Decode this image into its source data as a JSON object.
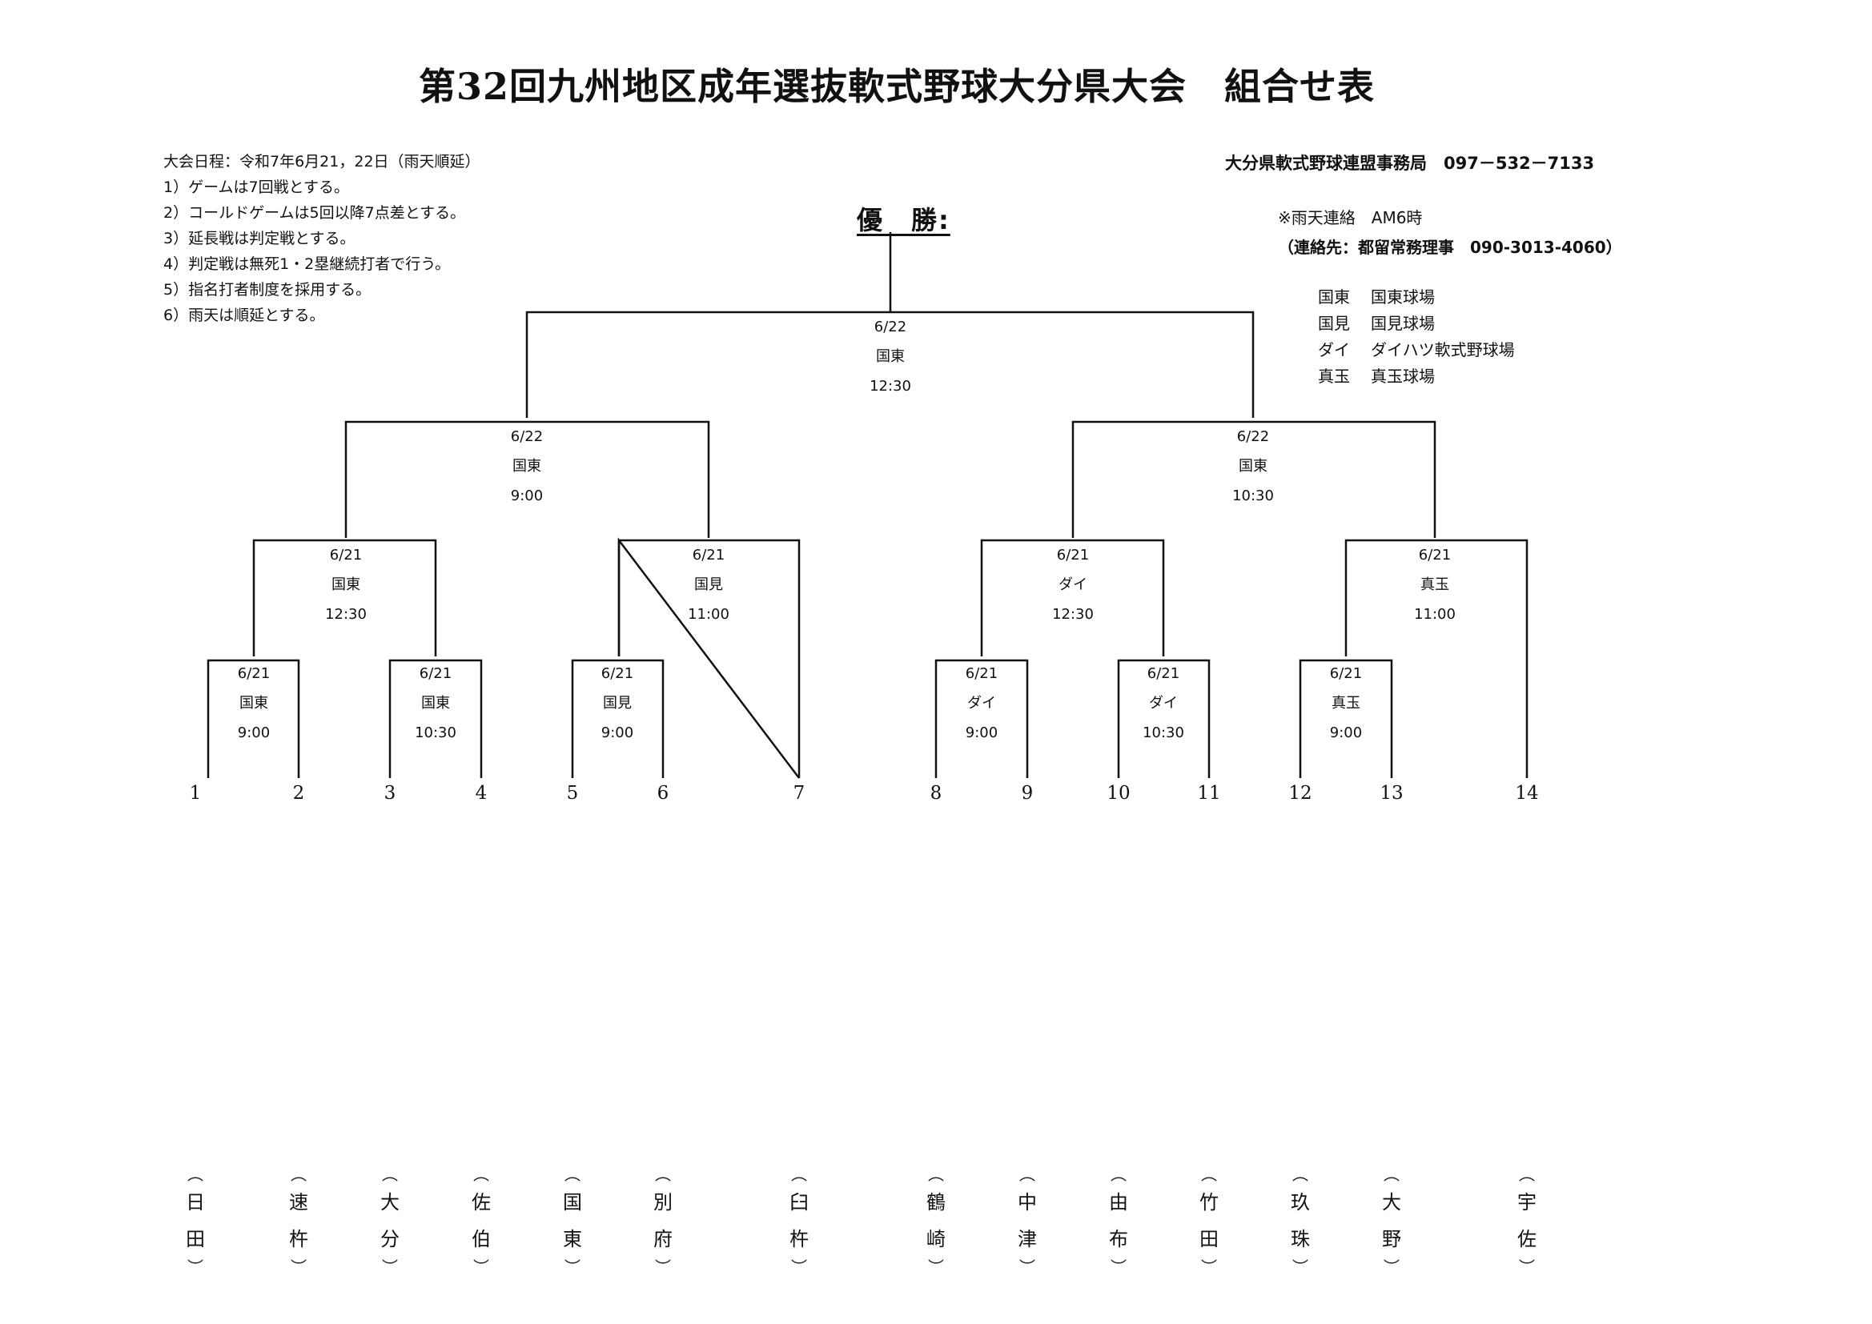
{
  "title": "第32回九州地区成年選抜軟式野球大分県大会　組合せ表",
  "notes": [
    "大会日程：令和7年6月21，22日（雨天順延）",
    "1）ゲームは7回戦とする。",
    "2）コールドゲームは5回以降7点差とする。",
    "3）延長戦は判定戦とする。",
    "4）判定戦は無死1・2塁継続打者で行う。",
    "5）指名打者制度を採用する。",
    "6）雨天は順延とする。"
  ],
  "office": "大分県軟式野球連盟事務局　097－532－7133",
  "champion_label": "優　勝:",
  "rain_contact": "※雨天連絡　AM6時",
  "rain_contact_person": "（連絡先：都留常務理事　090-3013-4060）",
  "venues": [
    {
      "abbr": "国東",
      "name": "国東球場"
    },
    {
      "abbr": "国見",
      "name": "国見球場"
    },
    {
      "abbr": "ダイ",
      "name": "ダイハツ軟式野球場"
    },
    {
      "abbr": "真玉",
      "name": "真玉球場"
    }
  ],
  "matches": {
    "final": {
      "date": "6/22",
      "venue": "国東",
      "time": "12:30"
    },
    "semi_left": {
      "date": "6/22",
      "venue": "国東",
      "time": "9:00"
    },
    "semi_right": {
      "date": "6/22",
      "venue": "国東",
      "time": "10:30"
    },
    "qf1": {
      "date": "6/21",
      "venue": "国東",
      "time": "12:30"
    },
    "qf2": {
      "date": "6/21",
      "venue": "国見",
      "time": "11:00"
    },
    "qf3": {
      "date": "6/21",
      "venue": "ダイ",
      "time": "12:30"
    },
    "qf4": {
      "date": "6/21",
      "venue": "真玉",
      "time": "11:00"
    },
    "r1_1": {
      "date": "6/21",
      "venue": "国東",
      "time": "9:00"
    },
    "r1_2": {
      "date": "6/21",
      "venue": "国東",
      "time": "10:30"
    },
    "r1_3": {
      "date": "6/21",
      "venue": "国見",
      "time": "9:00"
    },
    "r1_4": {
      "date": "6/21",
      "venue": "ダイ",
      "time": "9:00"
    },
    "r1_5": {
      "date": "6/21",
      "venue": "ダイ",
      "time": "10:30"
    },
    "r1_6": {
      "date": "6/21",
      "venue": "真玉",
      "time": "9:00"
    }
  },
  "slots": [
    "1",
    "2",
    "3",
    "4",
    "5",
    "6",
    "7",
    "8",
    "9",
    "10",
    "11",
    "12",
    "13",
    "14"
  ],
  "teams": [
    {
      "c1": "日",
      "c2": "田"
    },
    {
      "c1": "速",
      "c2": "杵"
    },
    {
      "c1": "大",
      "c2": "分"
    },
    {
      "c1": "佐",
      "c2": "伯"
    },
    {
      "c1": "国",
      "c2": "東"
    },
    {
      "c1": "別",
      "c2": "府"
    },
    {
      "c1": "臼",
      "c2": "杵"
    },
    {
      "c1": "鶴",
      "c2": "崎"
    },
    {
      "c1": "中",
      "c2": "津"
    },
    {
      "c1": "由",
      "c2": "布"
    },
    {
      "c1": "竹",
      "c2": "田"
    },
    {
      "c1": "玖",
      "c2": "珠"
    },
    {
      "c1": "大",
      "c2": "野"
    },
    {
      "c1": "宇",
      "c2": "佐"
    }
  ],
  "paren_open": "︵",
  "paren_close": "︶"
}
